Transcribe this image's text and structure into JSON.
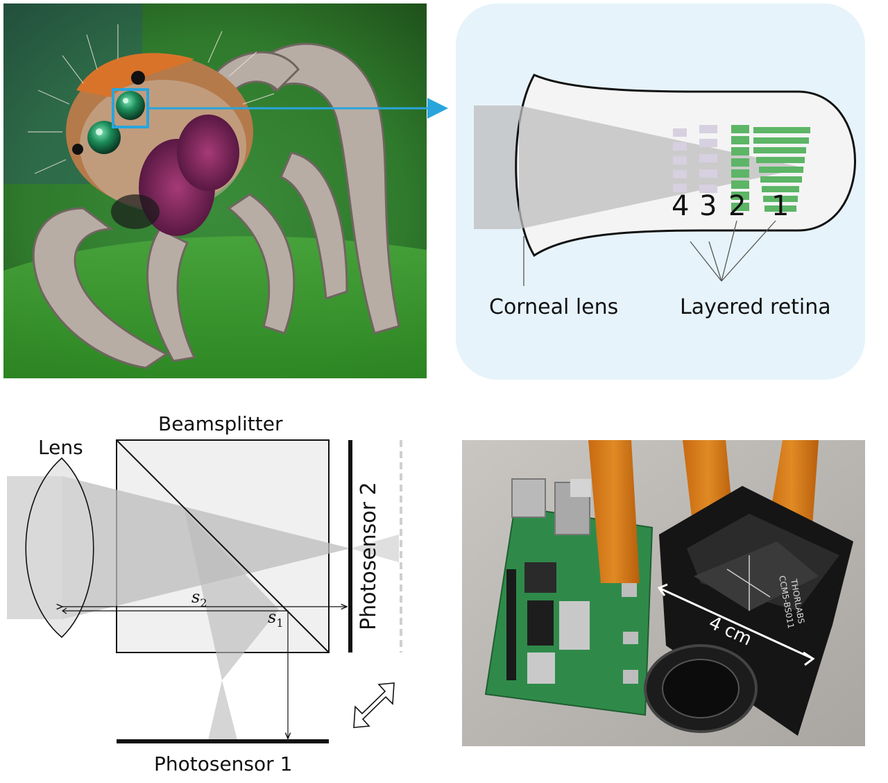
{
  "figure": {
    "panel_a": {
      "photo_subject": "jumping spider",
      "highlight_color": "#29a5dc"
    },
    "panel_b": {
      "background_color": "#e6f3fa",
      "retina_layers": [
        "4",
        "3",
        "2",
        "1"
      ],
      "corneal_lens_label": "Corneal lens",
      "layered_retina_label": "Layered retina",
      "active_layer_color": "#5db566",
      "inactive_layer_color": "#d6d0e0"
    },
    "panel_c": {
      "lens_label": "Lens",
      "beamsplitter_label": "Beamsplitter",
      "photosensor1_label": "Photosensor 1",
      "photosensor2_label": "Photosensor 2",
      "s2_label": "s",
      "s2_sub": "2",
      "s1_label": "s",
      "s1_sub": "1"
    },
    "panel_d": {
      "photo_subject": "Raspberry Pi board with beamsplitter cube camera",
      "scale_label": "4 cm",
      "cube_brand": "THORLABS",
      "cube_model": "CCM5-BS011"
    }
  }
}
